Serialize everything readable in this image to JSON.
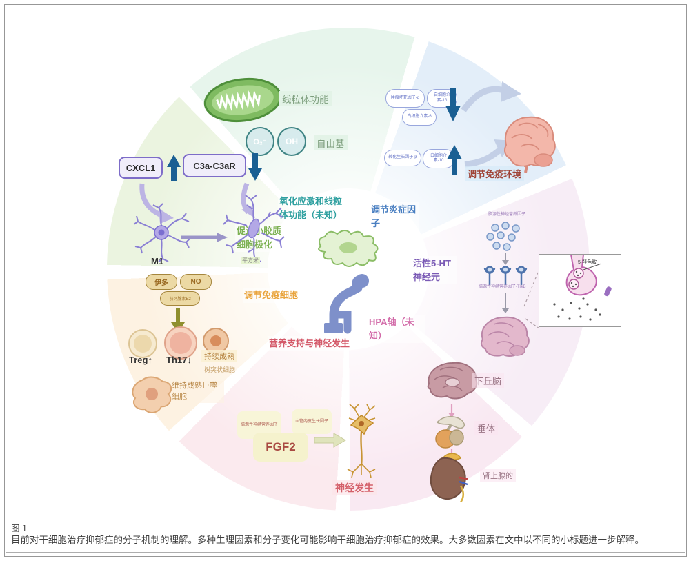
{
  "figure": {
    "caption_label": "图 1",
    "caption_text": "目前对干细胞治疗抑郁症的分子机制的理解。多种生理因素和分子变化可能影响干细胞治疗抑郁症的效果。大多数因素在文中以不同的小标题进一步解释。"
  },
  "sectors": {
    "oxidative": {
      "hub_label": "氧化应激和线粒体功能（未知）",
      "mito_label": "线粒体功能",
      "radical_1": "O₂⁻",
      "radical_2": "OH",
      "radicals_label": "自由基"
    },
    "inflammation": {
      "hub_label": "调节炎症因子",
      "pills_down": [
        "肿瘤坏死因子-α",
        "白细胞介素-1β",
        "白细胞介素-6"
      ],
      "pills_up": [
        "转化生长因子-β",
        "白细胞介素-10"
      ],
      "result_label": "调节免疫环境"
    },
    "serotonin": {
      "hub_label": "活性5-HT神经元",
      "factor_label": "脑源性神经营养因子",
      "receptor_label": "脑源性神经营养因子-TrkB",
      "inset_label": "5-羟色胺"
    },
    "hpa": {
      "hub_label": "HPA轴（未知）",
      "organ_1": "下丘脑",
      "organ_2": "垂体",
      "organ_3": "肾上腺的"
    },
    "neurogenesis": {
      "hub_label": "营养支持与神经发生",
      "factor_box_1": "脑源性神经营养因子",
      "factor_box_2": "血管内皮生长因子",
      "fgf2_label": "FGF2",
      "result_label": "神经发生"
    },
    "immune_cells": {
      "hub_label": "调节免疫细胞",
      "pill_1": "伊多",
      "pill_2": "NO",
      "pill_3": "前列腺素E2",
      "cell_1": "Treg↑",
      "cell_2": "Th17↓",
      "cell_3": "持续成熟",
      "cell_3_sub": "树突状细胞",
      "macrophage_label": "维持成熟巨噬细胞"
    },
    "microglia": {
      "hub_label": "促进小胶质细胞极化",
      "box_1": "CXCL1",
      "box_2": "C3a-C3aR",
      "cell_1": "M1",
      "cell_2": "平方米"
    }
  },
  "colors": {
    "sector_oxidative": "#e7f5ec",
    "sector_inflammation": "#e3eef9",
    "sector_serotonin": "#f7edf6",
    "sector_hpa": "#f9e9f2",
    "sector_neurogenesis": "#fbeaee",
    "sector_immune": "#fdf2e2",
    "sector_microglia": "#ebf4e0",
    "arrow_blue": "#1a5f93",
    "hub_oxidative": "#2fa0a0",
    "hub_inflammation": "#4a7fc1",
    "hub_serotonin": "#7a5ab5",
    "hub_hpa": "#d26aa8",
    "hub_neurogenesis": "#d45a6a",
    "hub_immune": "#e9a43c",
    "hub_microglia": "#7cb152"
  }
}
